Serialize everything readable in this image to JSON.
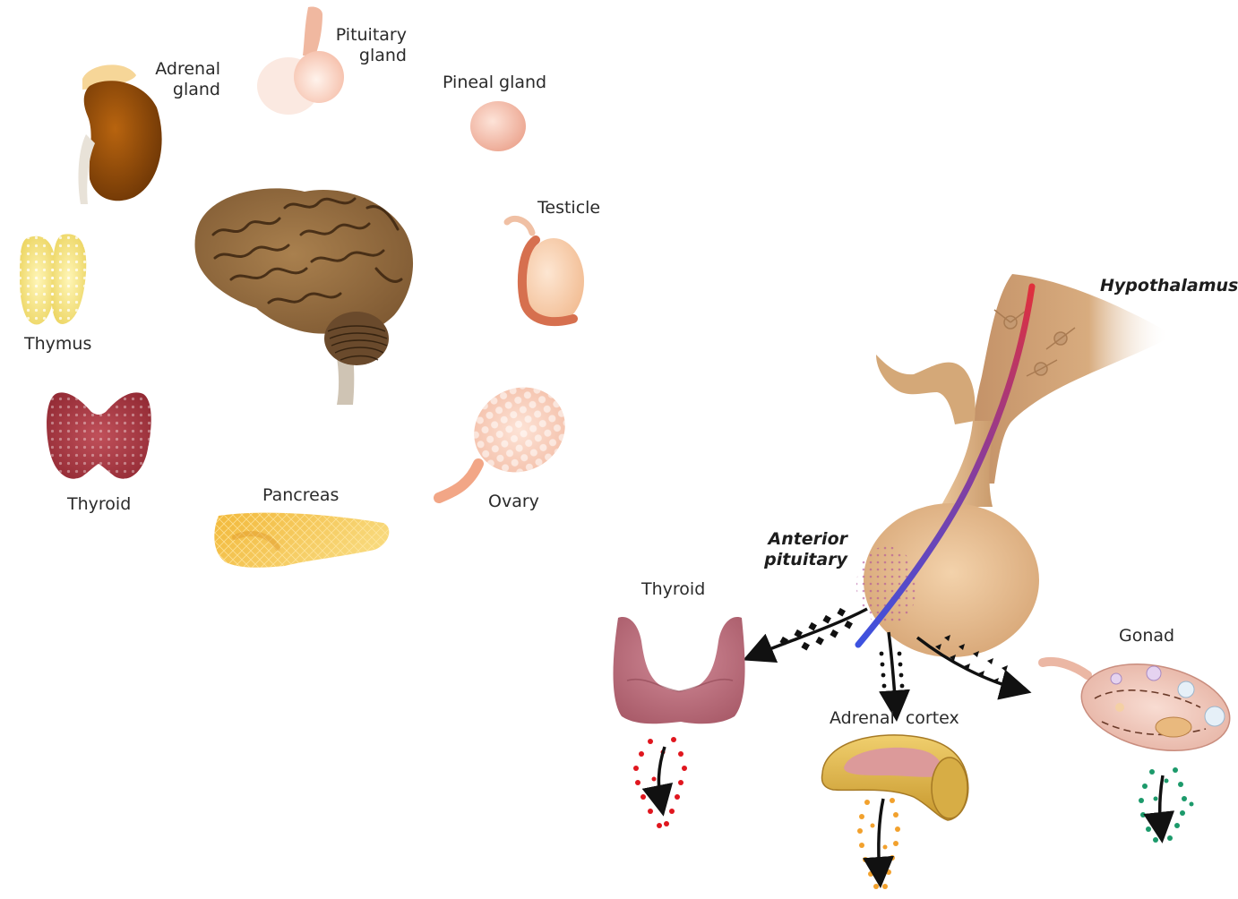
{
  "labels": {
    "adrenal_gland": "Adrenal\ngland",
    "pituitary_gland": "Pituitary\ngland",
    "pineal_gland": "Pineal gland",
    "testicle": "Testicle",
    "thymus": "Thymus",
    "thyroid_left": "Thyroid",
    "pancreas": "Pancreas",
    "ovary": "Ovary",
    "hypothalamus": "Hypothalamus",
    "anterior_pituitary": "Anterior\npituitary",
    "thyroid_right": "Thyroid",
    "gonad": "Gonad",
    "adrenal_cortex": "Adrenal  cortex"
  },
  "colors": {
    "thyroid_hormone": "#e0161e",
    "cortex_hormone": "#f2a12d",
    "gonad_hormone": "#1c9a6b",
    "arrow": "#111111"
  }
}
